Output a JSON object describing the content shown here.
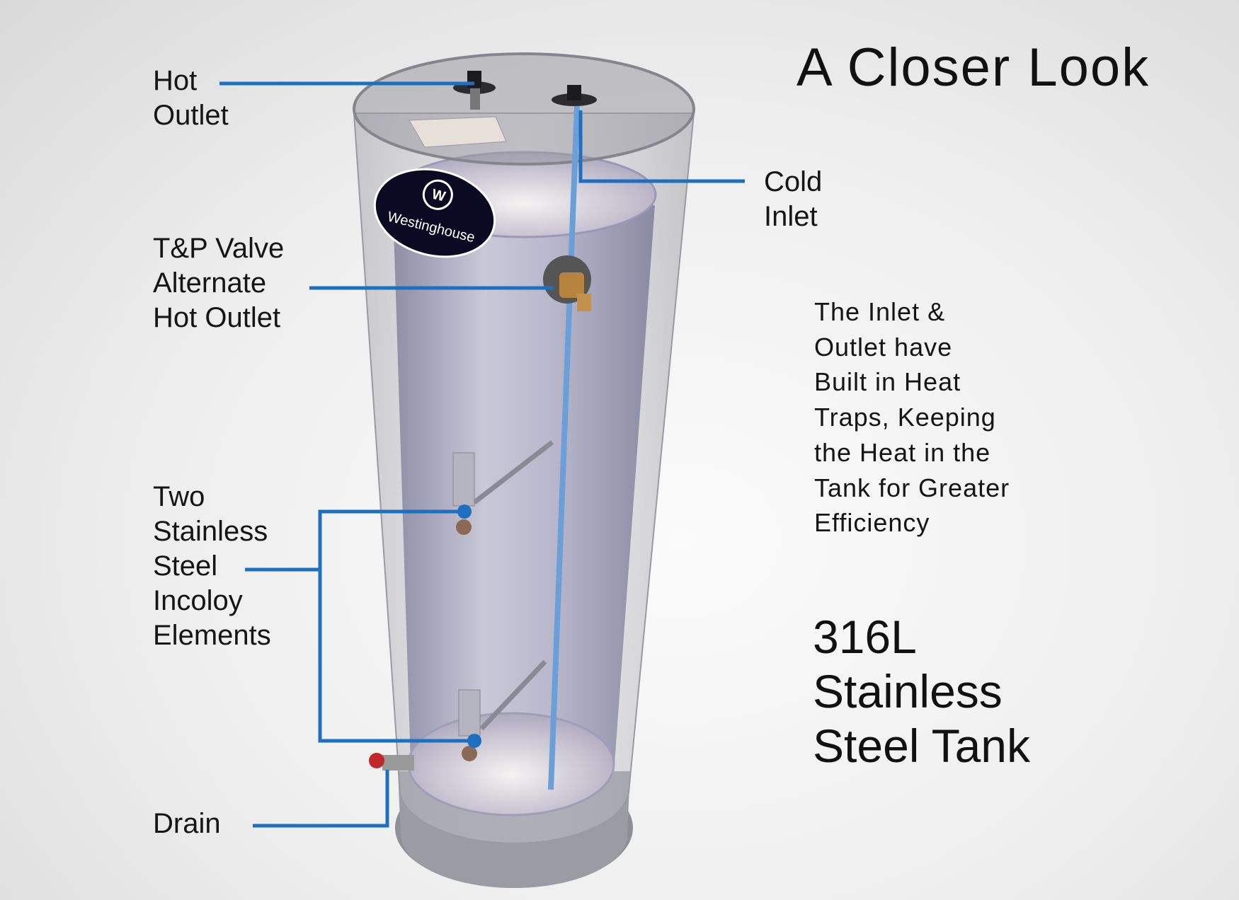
{
  "title": "A Closer Look",
  "brand_badge": "Westinghouse",
  "labels": {
    "hot_outlet": [
      "Hot",
      "Outlet"
    ],
    "cold_inlet": [
      "Cold",
      "Inlet"
    ],
    "tp_valve": [
      "T&P Valve",
      "Alternate",
      "Hot Outlet"
    ],
    "elements": [
      "Two",
      "Stainless",
      "Steel",
      "Incoloy",
      "Elements"
    ],
    "drain": [
      "Drain"
    ]
  },
  "description": [
    "The Inlet &",
    "Outlet have",
    "Built in Heat",
    "Traps, Keeping",
    "the Heat in the",
    "Tank for Greater",
    "Efficiency"
  ],
  "tank_title": [
    "316L",
    "Stainless",
    "Steel Tank"
  ],
  "colors": {
    "leader": "#1f6fc0",
    "badge": "#0a0a23"
  }
}
